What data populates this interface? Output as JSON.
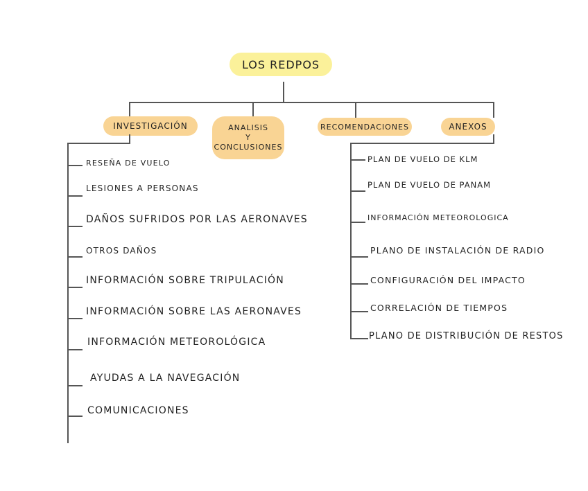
{
  "title": "Los Redpos",
  "categories": [
    {
      "label": "Investigación"
    },
    {
      "label": "Analisis y Conclusiones",
      "line1": "Analisis",
      "line2": "y",
      "line3": "Conclusiones"
    },
    {
      "label": "Recomendaciones"
    },
    {
      "label": "Anexos"
    }
  ],
  "investigacion_items": [
    "Reseña de vuelo",
    "Lesiones a personas",
    "Daños sufridos por las aeronaves",
    "Otros daños",
    "Información sobre tripulación",
    "Información sobre las aeronaves",
    "Información meteorológica",
    "Ayudas a la navegación",
    "Comunicaciones"
  ],
  "anexos_items": [
    "Plan de vuelo de KLM",
    "Plan de vuelo de Panam",
    "Información meteorologica",
    "Plano de instalación de radio",
    "Configuración del impacto",
    "Correlación de tiempos",
    "Plano de distribución de restos"
  ],
  "colors": {
    "title_highlight": "#fbf19a",
    "category_highlight": "#f9d494",
    "line": "#555555"
  }
}
